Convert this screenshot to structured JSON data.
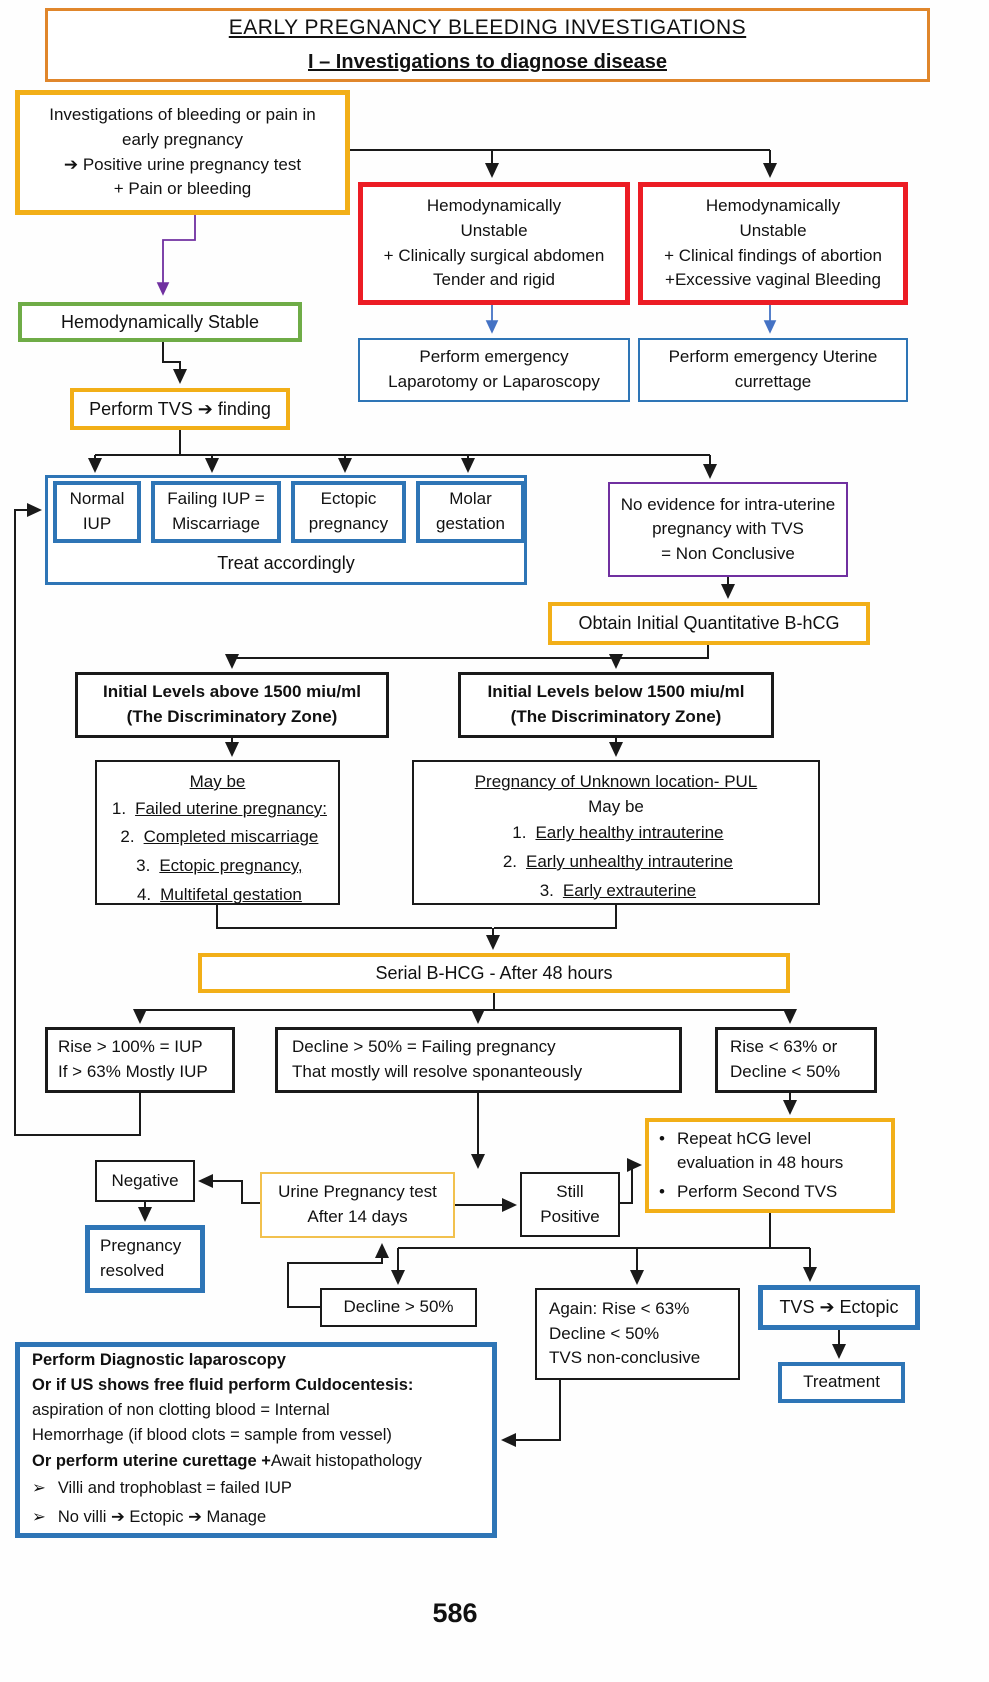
{
  "title": {
    "line1": "EARLY  PREGNANCY BLEEDING INVESTIGATIONS",
    "line2": "I – Investigations to diagnose disease"
  },
  "page": {
    "number": "586"
  },
  "glyphs": {
    "bullet": "•",
    "chevron": "➢"
  },
  "colors": {
    "gold": "#F2AF18",
    "red": "#EC1C24",
    "blue": "#2E75B6",
    "green": "#6FAC47",
    "purple": "#7030A0",
    "arrow_blue": "#4472C4",
    "title_orange": "#E0862B"
  },
  "boxes": {
    "investigations": {
      "lines": [
        "Investigations of bleeding or pain in",
        "early pregnancy",
        "➔ Positive urine pregnancy test",
        "+ Pain or bleeding"
      ]
    },
    "unstable_surgical": {
      "lines": [
        "Hemodynamically",
        "Unstable",
        "+ Clinically surgical abdomen",
        "Tender and rigid"
      ]
    },
    "unstable_abortion": {
      "lines": [
        "Hemodynamically",
        "Unstable",
        "+ Clinical findings of abortion",
        "+Excessive vaginal Bleeding"
      ]
    },
    "stable": {
      "label": "Hemodynamically Stable"
    },
    "laparotomy": {
      "lines": [
        "Perform emergency",
        "Laparotomy or Laparoscopy"
      ]
    },
    "curettage": {
      "lines": [
        "Perform emergency Uterine",
        "currettage"
      ]
    },
    "tvs": {
      "label": "Perform TVS ➔ finding"
    },
    "findings": {
      "items": [
        {
          "lines": [
            "Normal",
            "IUP"
          ]
        },
        {
          "lines": [
            "Failing IUP =",
            "Miscarriage"
          ]
        },
        {
          "lines": [
            "Ectopic",
            "pregnancy"
          ]
        },
        {
          "lines": [
            "Molar",
            "gestation"
          ]
        }
      ],
      "footer": "Treat accordingly"
    },
    "nonconclusive": {
      "lines": [
        "No evidence for intra-uterine",
        "pregnancy with TVS",
        "= Non Conclusive"
      ]
    },
    "obtain_bhcg": {
      "label": "Obtain Initial Quantitative B-hCG"
    },
    "above_zone": {
      "lines": [
        "Initial Levels above 1500 miu/ml",
        "(The Discriminatory Zone)"
      ]
    },
    "below_zone": {
      "lines": [
        "Initial Levels below 1500 miu/ml",
        "(The Discriminatory Zone)"
      ]
    },
    "above_list": {
      "heading": "May be",
      "items": [
        {
          "num": "1.",
          "text": "Failed uterine pregnancy:"
        },
        {
          "num": "2.",
          "text": "Completed miscarriage"
        },
        {
          "num": "3.",
          "text": "Ectopic pregnancy,"
        },
        {
          "num": "4.",
          "text": "Multifetal gestation"
        }
      ]
    },
    "pul_list": {
      "heading": "Pregnancy of Unknown location- PUL",
      "subheading": "May be",
      "items": [
        {
          "num": "1.",
          "text": "Early healthy intrauterine"
        },
        {
          "num": "2.",
          "text": "Early unhealthy intrauterine"
        },
        {
          "num": "3.",
          "text": "Early extrauterine"
        }
      ]
    },
    "serial": {
      "label": "Serial B-HCG - After 48 hours"
    },
    "rise_iup": {
      "lines": [
        "Rise > 100% = IUP",
        "If > 63% Mostly IUP"
      ]
    },
    "decline_failing": {
      "lines": [
        "Decline > 50% = Failing pregnancy",
        "That mostly will resolve sponanteously"
      ]
    },
    "rise_less": {
      "lines": [
        "Rise < 63% or",
        "Decline < 50%"
      ]
    },
    "repeat": {
      "items": [
        "Repeat hCG level evaluation in 48 hours",
        "Perform Second TVS"
      ]
    },
    "negative": {
      "label": "Negative"
    },
    "urine_test": {
      "lines": [
        "Urine Pregnancy test",
        "After 14 days"
      ]
    },
    "still_positive": {
      "lines": [
        "Still",
        "Positive"
      ]
    },
    "resolved": {
      "lines": [
        "Pregnancy",
        "resolved"
      ]
    },
    "decline50": {
      "label": "Decline > 50%"
    },
    "again": {
      "lines": [
        "Again: Rise < 63%",
        "Decline < 50%",
        "TVS non-conclusive"
      ]
    },
    "tvs_ectopic": {
      "label": "TVS ➔ Ectopic"
    },
    "treatment": {
      "label": "Treatment"
    },
    "diagnostic": {
      "bold1": "Perform Diagnostic laparoscopy",
      "bold2": "Or if US shows free fluid  perform Culdocentesis:",
      "line3": "aspiration of non clotting blood = Internal",
      "line4": "Hemorrhage (if blood clots = sample from vessel)",
      "bold5": "Or perform uterine curettage +",
      "line5b": "Await histopathology",
      "item6": "Villi and trophoblast = failed IUP",
      "item7": "No villi ➔ Ectopic ➔ Manage"
    }
  }
}
